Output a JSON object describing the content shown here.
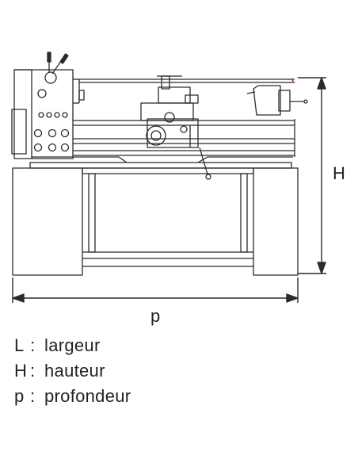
{
  "dimensions": {
    "height_letter": "H",
    "depth_letter": "p"
  },
  "legend": [
    {
      "key": "L",
      "separator": ":",
      "text": "largeur"
    },
    {
      "key": "H",
      "separator": ":",
      "text": "hauteur"
    },
    {
      "key": "p",
      "separator": ":",
      "text": "profondeur"
    }
  ],
  "colors": {
    "line": "#2b2b2b",
    "fill": "#ffffff",
    "accent": "#cc3333"
  }
}
